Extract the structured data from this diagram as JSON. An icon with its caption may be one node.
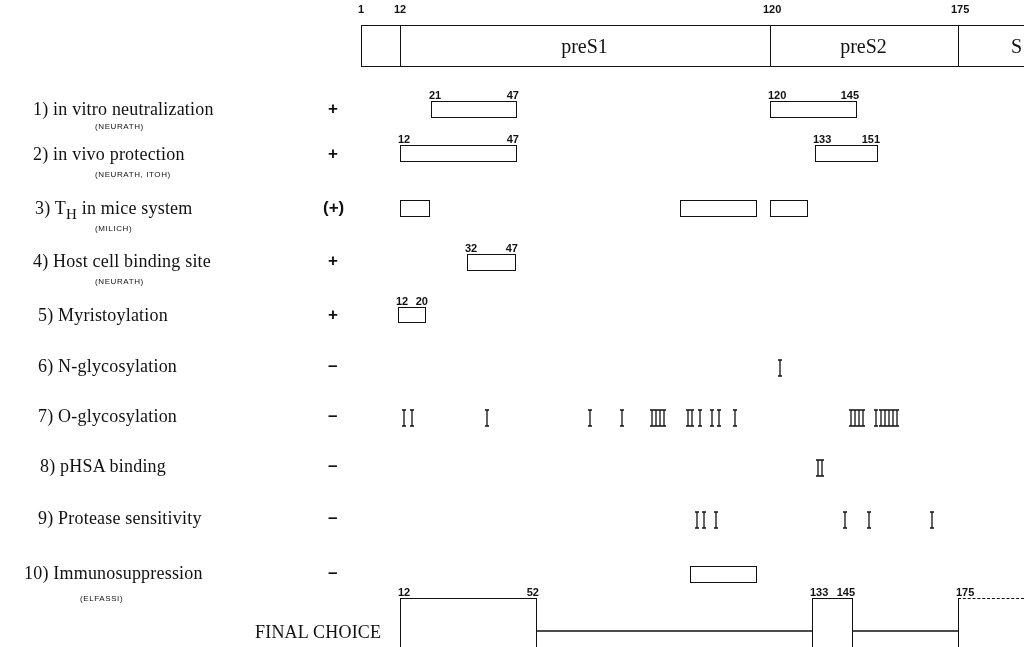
{
  "diagram": {
    "nodes": [
      {
        "text": [],
        "shape": "box"
      },
      {
        "text": [
          "preS1"
        ]
      },
      {
        "text": [
          "preS2"
        ]
      },
      {
        "text": [
          "S"
        ]
      },
      {
        "text": [
          "21",
          "47"
        ]
      },
      {
        "text": [
          "120",
          "145"
        ]
      },
      {
        "text": [
          "12",
          "47"
        ]
      },
      {
        "text": [
          "133",
          "151"
        ]
      },
      {
        "text": [],
        "shape": "box"
      },
      {
        "text": [],
        "shape": "box"
      },
      {
        "text": [],
        "shape": "box"
      },
      {
        "text": [
          "32",
          "47"
        ]
      },
      {
        "text": [
          "12",
          "20"
        ]
      },
      {
        "text": [],
        "shape": "box"
      },
      {
        "text": [
          "12",
          "52"
        ]
      },
      {
        "text": [
          "133",
          "145"
        ]
      },
      {
        "text": [
          "175"
        ]
      }
    ],
    "edges": [
      {
        "from": 14,
        "to": 15,
        "arrow": "none"
      },
      {
        "from": 15,
        "to": 16,
        "arrow": "none"
      }
    ],
    "labels": [
      "1",
      "12",
      "120",
      "175",
      "1) in vitro neutralization",
      "+",
      "(NEURATH)",
      "2) in vivo protection",
      "+",
      "(NEURATH, ITOH)",
      "3) T$_{H}$ in mice system",
      "(+)",
      "(MILICH)",
      "4) Host cell binding site",
      "+",
      "(NEURATH)",
      "5) Myristoylation",
      "+",
      "6) N-glycosylation",
      "–",
      "7) O-glycosylation",
      "–",
      "8) pHSA binding",
      "–",
      "9) Protease sensitivity",
      "–",
      "10) Immunosuppression",
      "–",
      "(ELFASSI)",
      "FINAL CHOICE"
    ]
  }
}
